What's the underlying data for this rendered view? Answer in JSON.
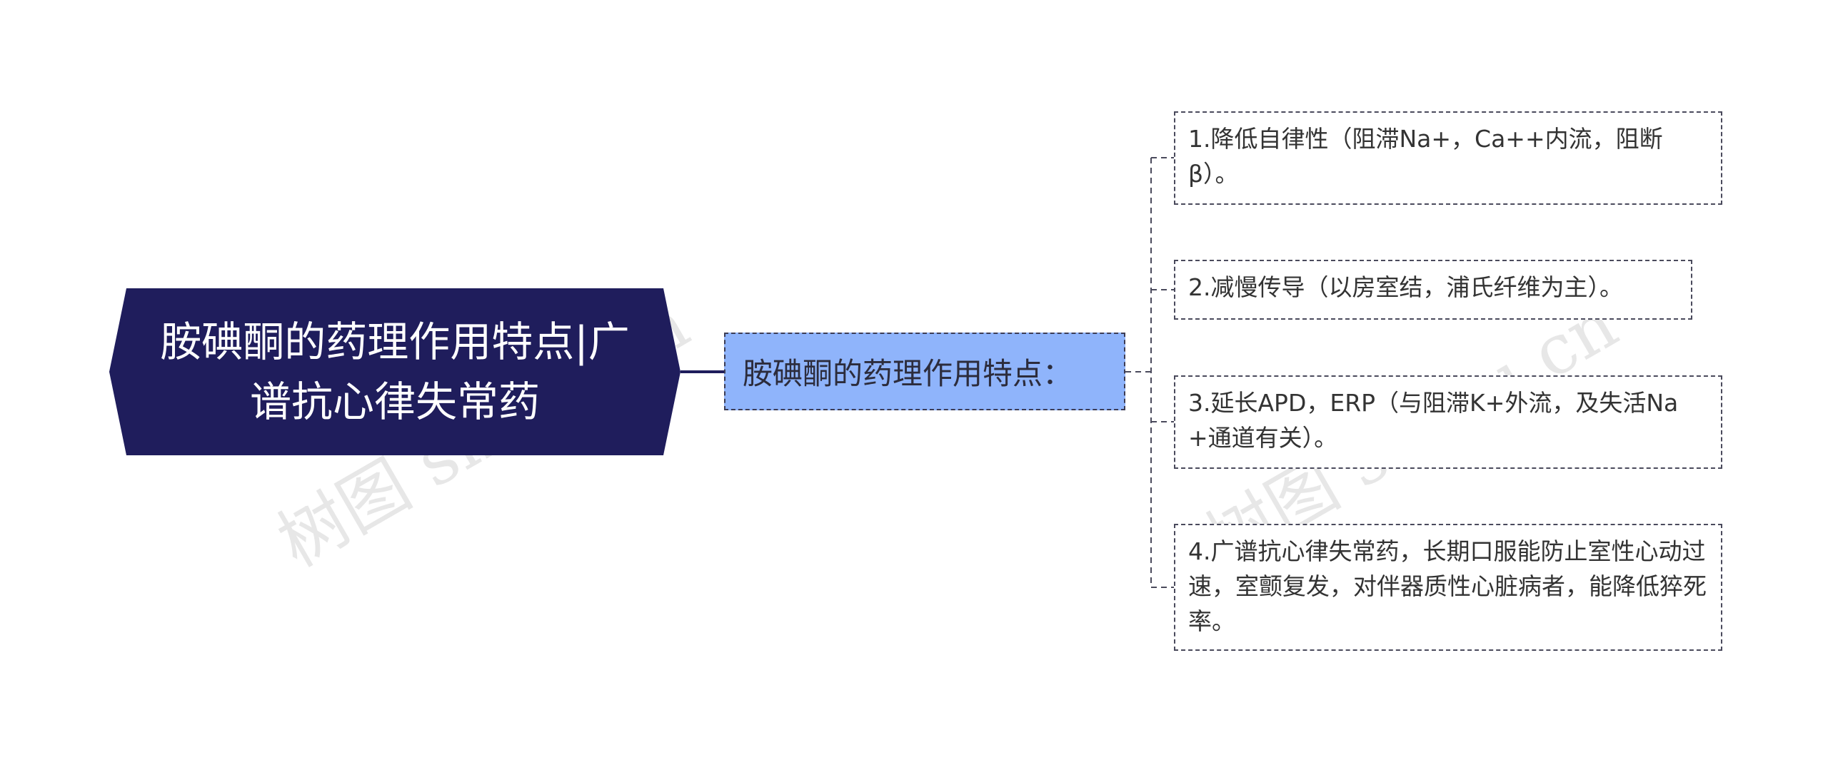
{
  "root": {
    "line1": "胺碘酮的药理作用特点|广",
    "line2": "谱抗心律失常药"
  },
  "mid": {
    "label": "胺碘酮的药理作用特点："
  },
  "leaves": [
    {
      "text": "1.降低自律性（阻滞Na+，Ca++内流，阻断β）。"
    },
    {
      "text": "2.减慢传导（以房室结，浦氏纤维为主）。"
    },
    {
      "text": "3.延长APD，ERP（与阻滞K+外流，及失活Na+通道有关）。"
    },
    {
      "text": "4.广谱抗心律失常药，长期口服能防止室性心动过速，室颤复发，对伴器质性心脏病者，能降低猝死率。"
    }
  ],
  "watermarks": [
    "树图 shutu.cn",
    "树图 shutu.cn"
  ],
  "colors": {
    "root_bg": "#1f1d5c",
    "mid_bg": "#8fb4fb",
    "connector": "#1f1d5c",
    "dashed": "#4a4a5c"
  }
}
